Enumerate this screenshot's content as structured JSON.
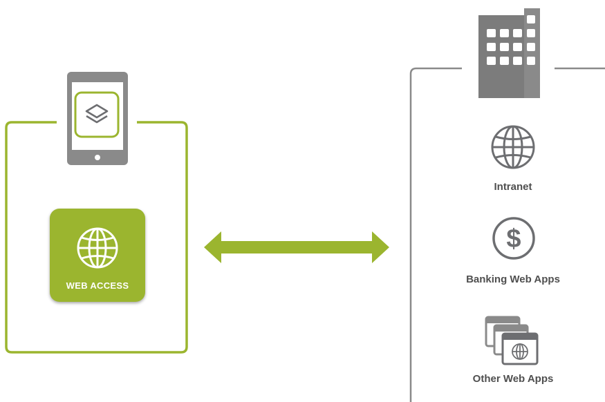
{
  "colors": {
    "accent": "#9bb52f",
    "gray": "#8a8a8a",
    "dark_gray": "#6d6e71"
  },
  "client": {
    "device_icon": "tablet-icon",
    "app_icon": "layers-icon",
    "tile": {
      "icon": "globe-icon",
      "label": "WEB ACCESS"
    }
  },
  "connector": {
    "icon": "double-arrow-icon"
  },
  "enterprise": {
    "icon": "building-icon",
    "services": [
      {
        "icon": "globe-icon",
        "label": "Intranet"
      },
      {
        "icon": "dollar-icon",
        "label": "Banking Web Apps"
      },
      {
        "icon": "browser-windows-icon",
        "label": "Other Web Apps"
      }
    ]
  }
}
